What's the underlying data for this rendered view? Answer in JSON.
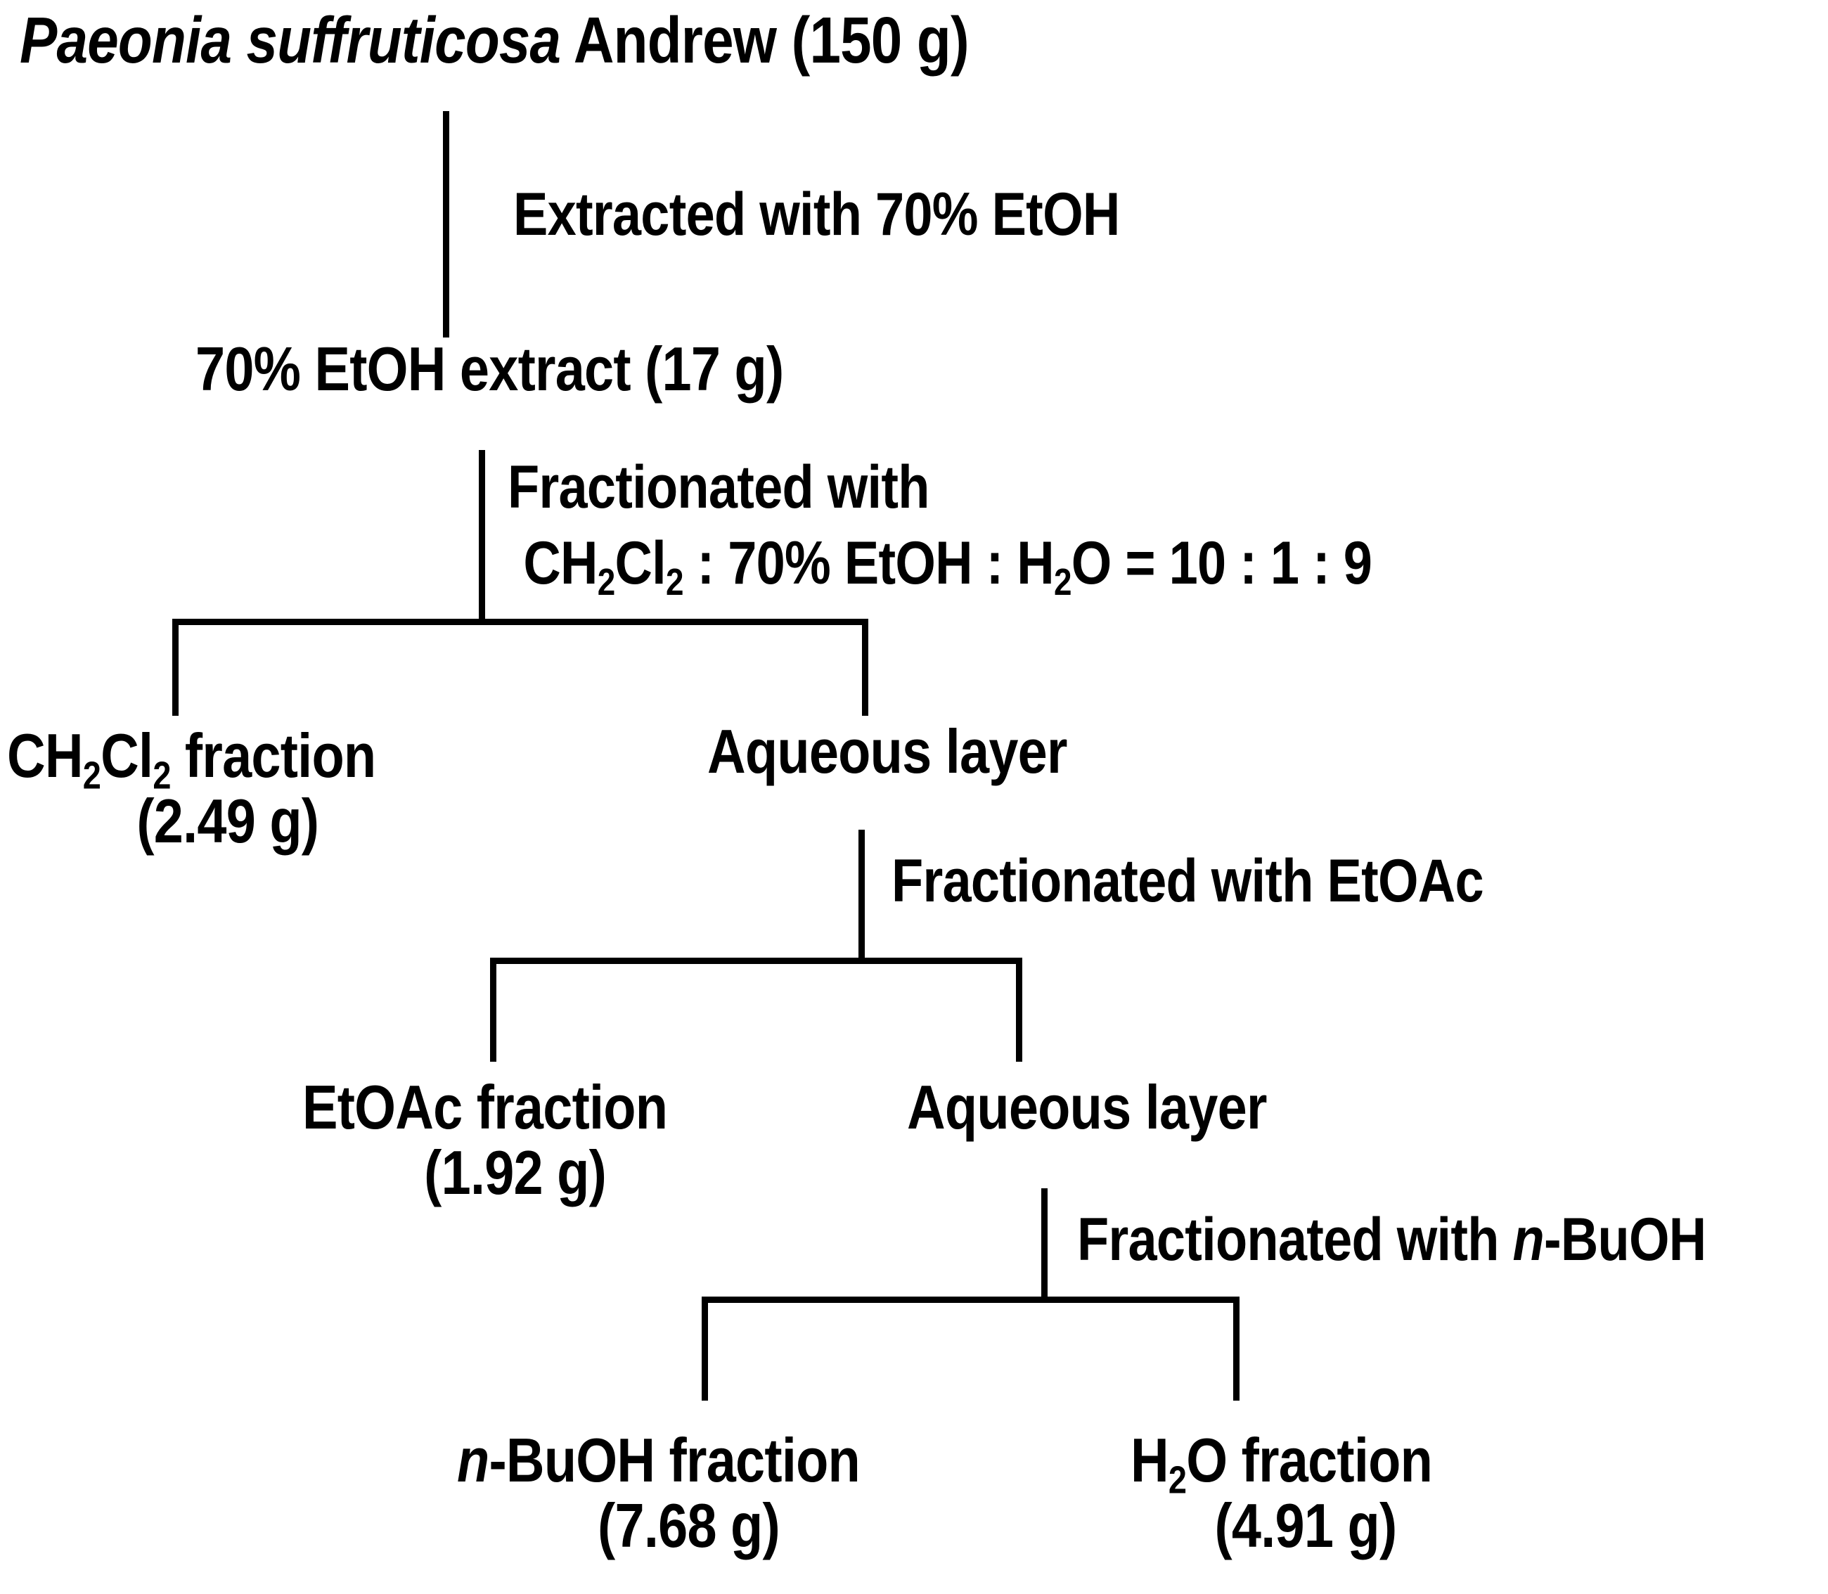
{
  "diagram": {
    "type": "flowchart",
    "title_node": {
      "species": "Paeonia suffruticosa",
      "authority": " Andrew (150 g)",
      "full": "Paeonia suffruticosa Andrew (150 g)"
    },
    "nodes": {
      "ethanol_extract": "70% EtOH extract (17 g)",
      "dcm_fraction_line1_pre": "CH",
      "dcm_fraction_sub1": "2",
      "dcm_fraction_mid": "Cl",
      "dcm_fraction_sub2": "2",
      "dcm_fraction_post": " fraction",
      "dcm_fraction_amount": "(2.49 g)",
      "aqueous_layer_1": "Aqueous layer",
      "etoac_fraction": "EtOAc fraction",
      "etoac_fraction_amount": "(1.92 g)",
      "aqueous_layer_2": "Aqueous layer",
      "buoh_prefix": "n",
      "buoh_fraction": "-BuOH fraction",
      "buoh_fraction_amount": "(7.68 g)",
      "water_fraction_pre": "H",
      "water_fraction_sub": "2",
      "water_fraction_post": "O fraction",
      "water_fraction_amount": "(4.91 g)"
    },
    "processes": {
      "extracted": "Extracted with 70% EtOH",
      "fractionated_solvent_line1": "Fractionated with",
      "fractionated_solvent_line2_a": "CH",
      "fractionated_solvent_line2_sub1": "2",
      "fractionated_solvent_line2_b": "Cl",
      "fractionated_solvent_line2_sub2": "2",
      "fractionated_solvent_line2_c": " : 70% EtOH : H",
      "fractionated_solvent_line2_sub3": "2",
      "fractionated_solvent_line2_d": "O = 10 : 1 : 9",
      "fractionated_etoac": "Fractionated with EtOAc",
      "fractionated_buoh_pre": "Fractionated with ",
      "fractionated_buoh_italic": "n",
      "fractionated_buoh_post": "-BuOH"
    },
    "ratio": {
      "solvents": [
        "CH2Cl2",
        "70% EtOH",
        "H2O"
      ],
      "parts": [
        10,
        1,
        9
      ],
      "expression": "10 : 1 : 9"
    },
    "masses": {
      "plant_material_g": 150,
      "ethanol_extract_g": 17,
      "dcm_fraction_g": 2.49,
      "etoac_fraction_g": 1.92,
      "nbuoh_fraction_g": 7.68,
      "water_fraction_g": 4.91
    },
    "colors": {
      "background": "#ffffff",
      "ink": "#000000"
    }
  }
}
